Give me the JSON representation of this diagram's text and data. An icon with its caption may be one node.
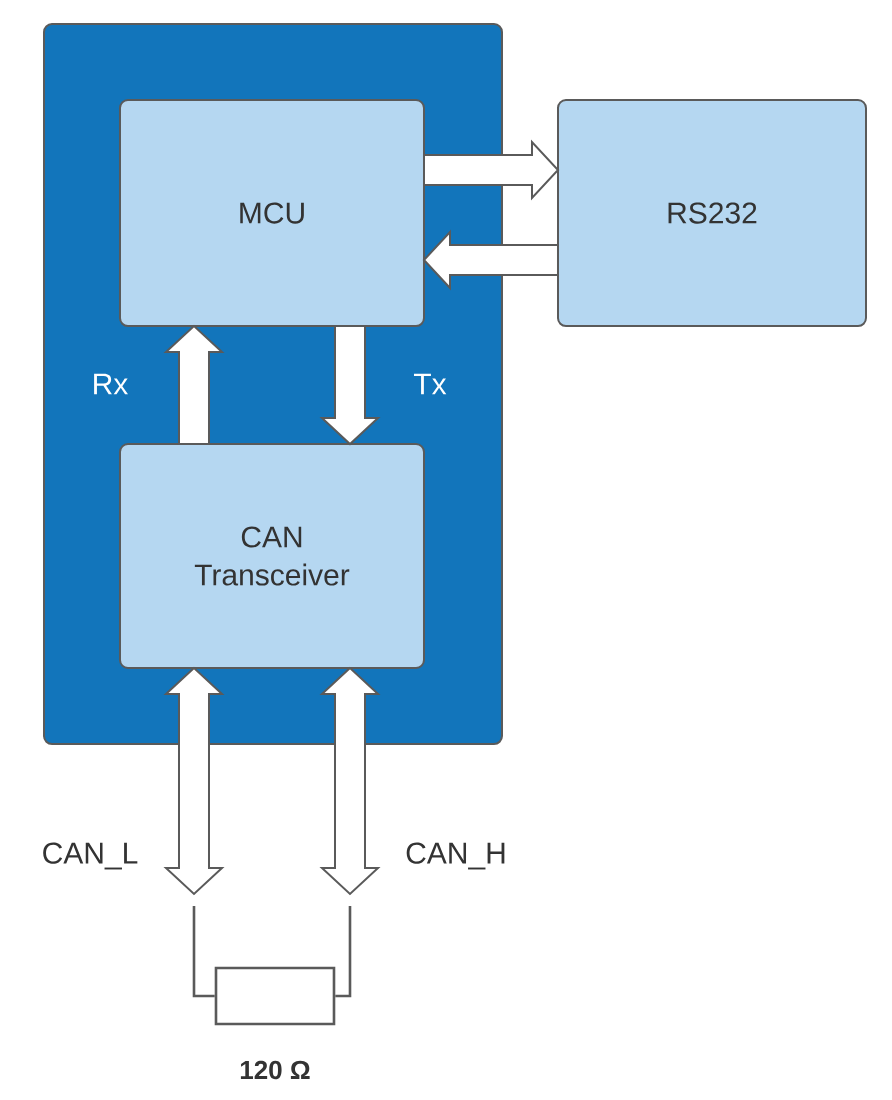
{
  "diagram": {
    "nodes": [
      {
        "text": [],
        "shape": "box"
      },
      {
        "text": [
          "MCU"
        ],
        "in": 0
      },
      {
        "text": [
          "CAN Transceiver"
        ],
        "in": 0
      },
      {
        "text": [
          "RS232"
        ]
      },
      {
        "text": [],
        "shape": "resistor",
        "beside": [
          "120 Ω"
        ]
      }
    ],
    "edges": [
      {
        "from": 1,
        "to": 3,
        "arrow": "to"
      },
      {
        "from": 3,
        "to": 1,
        "arrow": "to"
      },
      {
        "from": 2,
        "to": 1,
        "arrow": "to",
        "label": "Rx"
      },
      {
        "from": 1,
        "to": 2,
        "arrow": "to",
        "label": "Tx"
      },
      {
        "from": 2,
        "to": null,
        "arrow": "both",
        "label": "CAN_L"
      },
      {
        "from": 2,
        "to": null,
        "arrow": "both",
        "label": "CAN_H"
      }
    ]
  }
}
